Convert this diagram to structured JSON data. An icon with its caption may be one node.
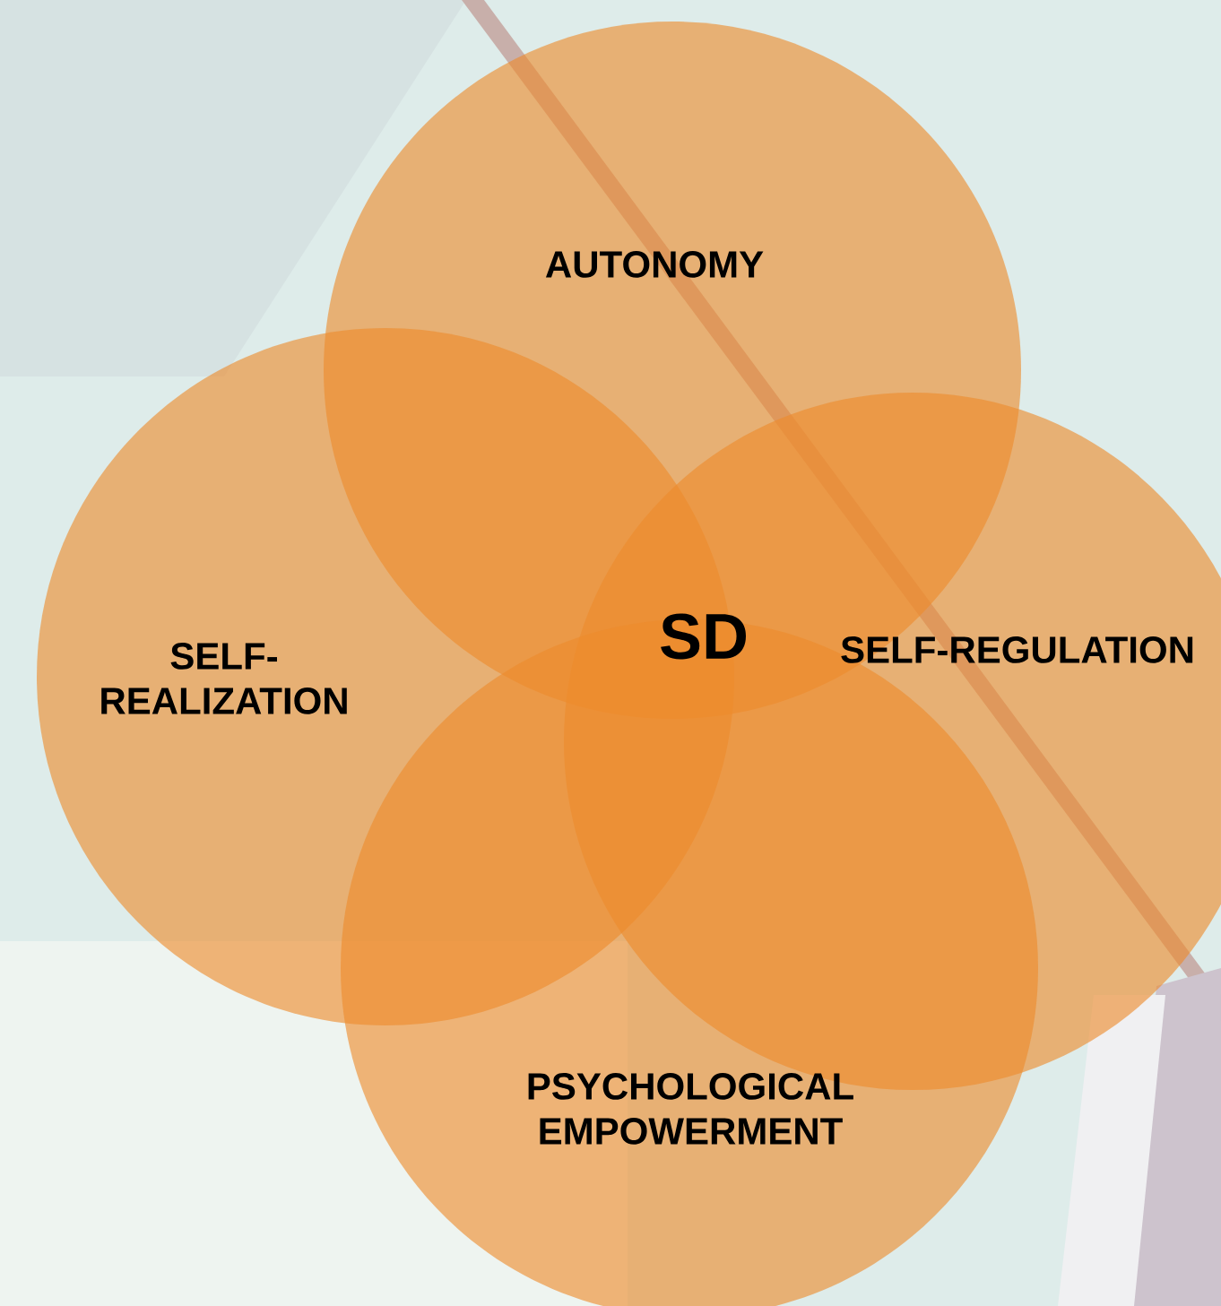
{
  "diagram": {
    "nodes": [
      {
        "text": [
          "AUTONOMY"
        ]
      },
      {
        "text": [
          "SELF-REALIZATION"
        ]
      },
      {
        "text": [
          "SELF-REGULATION"
        ]
      },
      {
        "text": [
          "PSYCHOLOGICAL EMPOWERMENT"
        ]
      }
    ],
    "labels": [
      "SD"
    ]
  }
}
